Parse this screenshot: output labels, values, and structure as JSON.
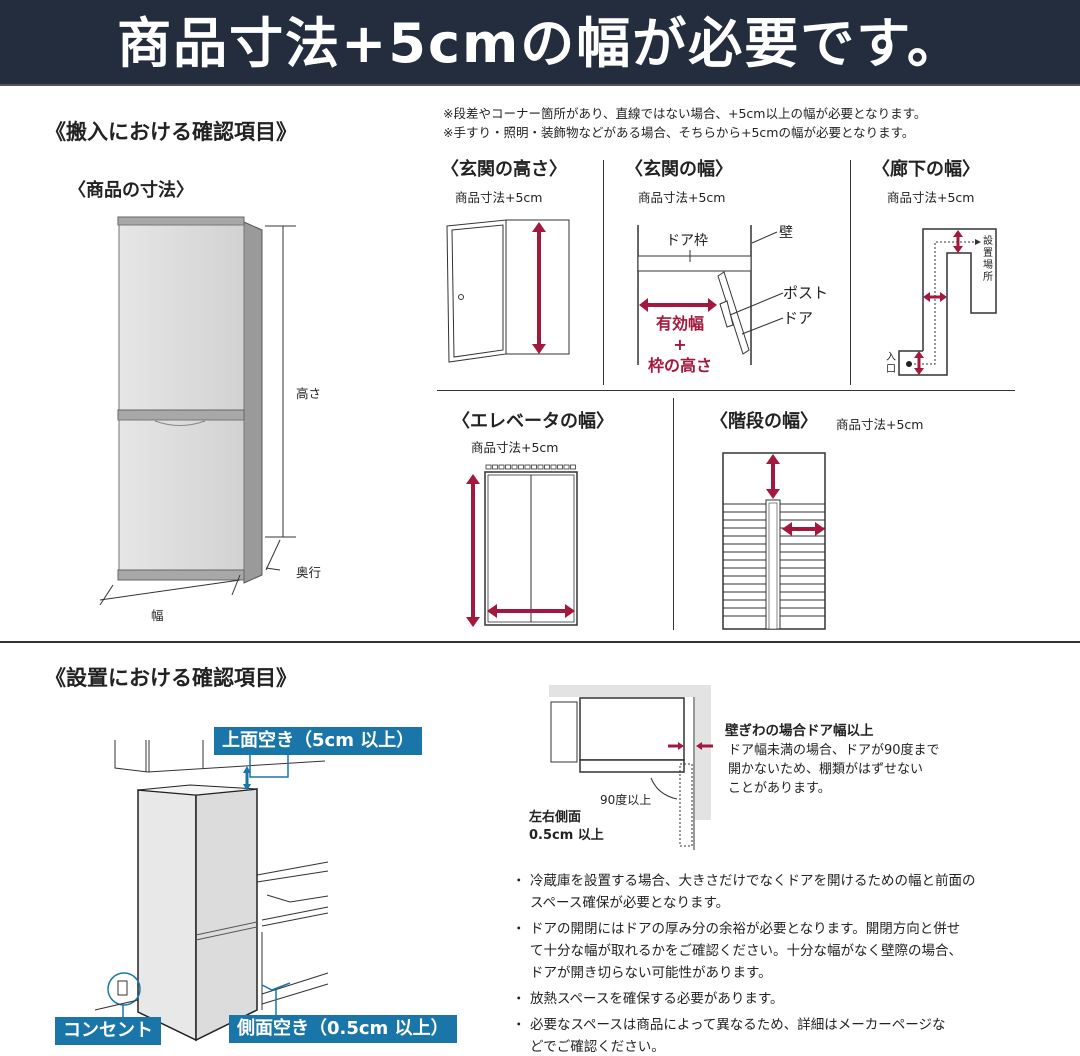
{
  "banner": {
    "title": "商品寸法+5cmの幅が必要です。",
    "bg_color": "#232d3d"
  },
  "colors": {
    "accent_red": "#a3183d",
    "accent_blue": "#1a76a8",
    "text": "#222222"
  },
  "delivery": {
    "title": "《搬入における確認項目》",
    "notes": [
      "※段差やコーナー箇所があり、直線ではない場合、+5cm以上の幅が必要となります。",
      "※手すり・照明・装飾物などがある場合、そちらから+5cmの幅が必要となります。"
    ],
    "product_dims": {
      "title": "〈商品の寸法〉",
      "height_label": "高さ",
      "depth_label": "奥行",
      "width_label": "幅"
    },
    "entrance_height": {
      "title": "〈玄関の高さ〉",
      "sub": "商品寸法+5cm"
    },
    "entrance_width": {
      "title": "〈玄関の幅〉",
      "sub": "商品寸法+5cm",
      "door_frame": "ドア枠",
      "wall": "壁",
      "post": "ポスト",
      "door": "ドア",
      "effective_width": "有効幅",
      "plus": "+",
      "frame_height": "枠の高さ"
    },
    "hallway_width": {
      "title": "〈廊下の幅〉",
      "sub": "商品寸法+5cm",
      "install_place": "設置場所",
      "entrance": "入口"
    },
    "elevator_width": {
      "title": "〈エレベータの幅〉",
      "sub": "商品寸法+5cm"
    },
    "stairs_width": {
      "title": "〈階段の幅〉",
      "sub": "商品寸法+5cm"
    }
  },
  "installation": {
    "title": "《設置における確認項目》",
    "top_clearance": "上面空き（5cm 以上）",
    "side_clearance": "側面空き（0.5cm 以上）",
    "outlet": "コンセント",
    "wall_side_title": "壁ぎわの場合ドア幅以上",
    "wall_side_desc": [
      "ドア幅未満の場合、ドアが90度まで",
      "開かないため、棚類がはずせない",
      "ことがあります。"
    ],
    "angle_label": "90度以上",
    "lr_side": [
      "左右側面",
      "0.5cm 以上"
    ],
    "bullets": [
      [
        "冷蔵庫を設置する場合、大きさだけでなくドアを開けるための幅と前面の",
        "スペース確保が必要となります。"
      ],
      [
        "ドアの開閉にはドアの厚み分の余裕が必要となります。開閉方向と併せ",
        "て十分な幅が取れるかをご確認ください。十分な幅がなく壁際の場合、",
        "ドアが開き切らない可能性があります。"
      ],
      [
        "放熱スペースを確保する必要があります。"
      ],
      [
        "必要なスペースは商品によって異なるため、詳細はメーカーページな",
        "どでご確認ください。"
      ]
    ]
  }
}
